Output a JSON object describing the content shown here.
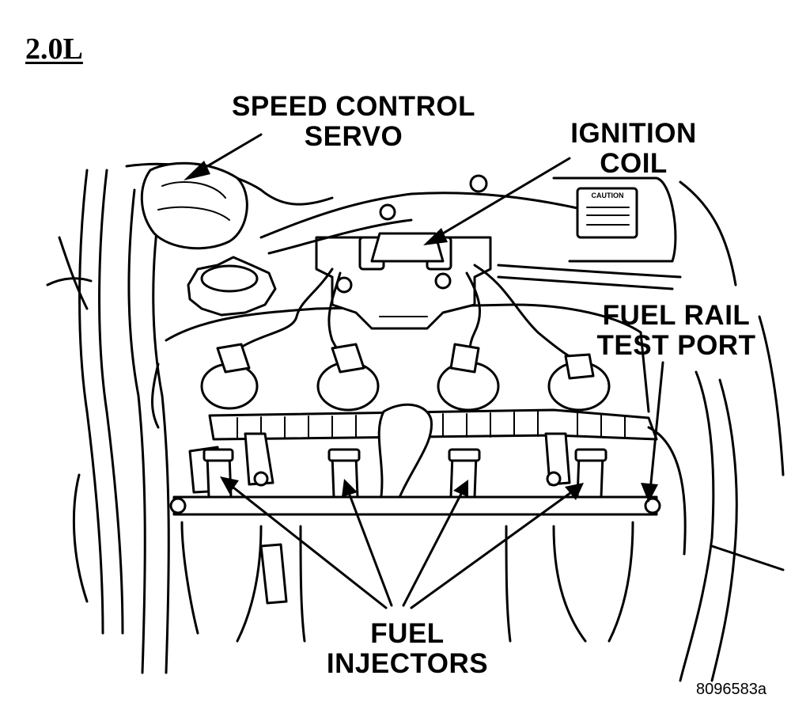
{
  "diagram": {
    "engine_label": "2.0L",
    "callouts": {
      "speed_control_servo": "SPEED CONTROL\nSERVO",
      "ignition_coil": "IGNITION\nCOIL",
      "fuel_rail_test_port": "FUEL RAIL\nTEST PORT",
      "fuel_injectors": "FUEL\nINJECTORS"
    },
    "figure_id": "8096583a",
    "coolant_tag_text": "CAUTION"
  }
}
